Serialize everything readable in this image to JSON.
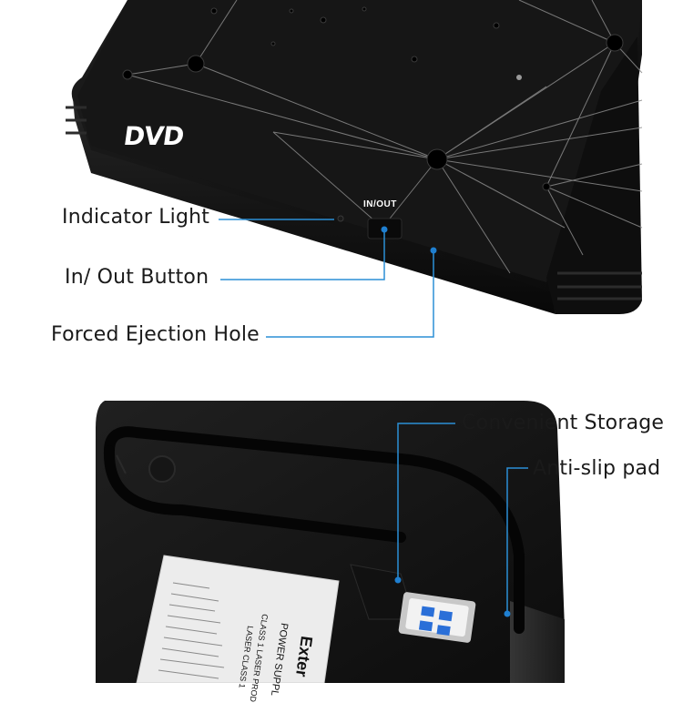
{
  "device": {
    "logo_text": "DVD",
    "button_label": "IN/OUT"
  },
  "callouts": {
    "indicator_light": "Indicator Light",
    "in_out_button": "In/ Out Button",
    "forced_ejection_hole": "Forced Ejection Hole",
    "convenient_storage": "Convenient Storage",
    "anti_slip_pad": "Anti-slip pad"
  },
  "sticker": {
    "title": "Exter",
    "line1": "POWER SUPPL",
    "line2": "CLASS 1 LASER PROD",
    "line3": "LASER CLASS 1"
  },
  "colors": {
    "device_body": "#141414",
    "callout_line": "#2b8fd6",
    "callout_dot": "#1f7fd0",
    "usb_blue": "#2a6fd8",
    "text": "#1a1a1a"
  }
}
